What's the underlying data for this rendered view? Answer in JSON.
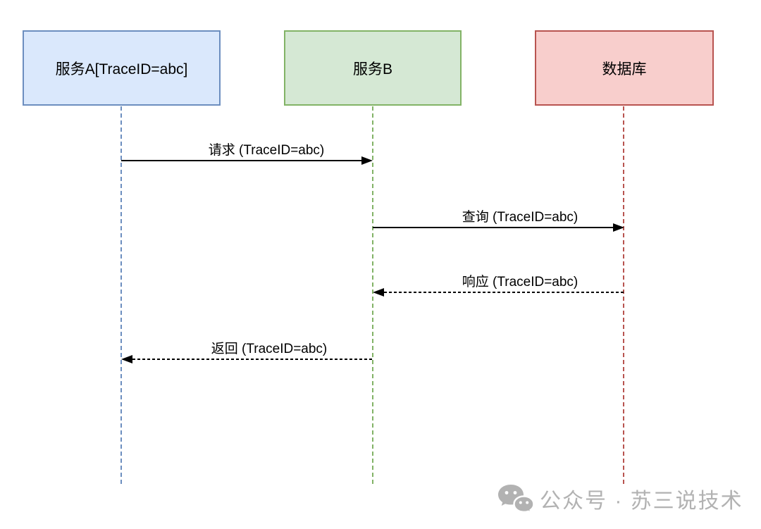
{
  "diagram": {
    "type": "sequence",
    "participants": [
      {
        "label": "服务A[TraceID=abc]",
        "fill": "#dae8fc",
        "border_color": "#6c8ebf",
        "lifeline_color": "#6c8ebf"
      },
      {
        "label": "服务B",
        "fill": "#d5e8d4",
        "border_color": "#82b366",
        "lifeline_color": "#82b366"
      },
      {
        "label": "数据库",
        "fill": "#f8cecc",
        "border_color": "#b85450",
        "lifeline_color": "#b85450"
      }
    ],
    "messages": [
      {
        "label": "请求 (TraceID=abc)",
        "from": "服务A[TraceID=abc]",
        "to": "服务B",
        "line_style": "solid",
        "direction": "right"
      },
      {
        "label": "查询 (TraceID=abc)",
        "from": "服务B",
        "to": "数据库",
        "line_style": "solid",
        "direction": "right"
      },
      {
        "label": "响应 (TraceID=abc)",
        "from": "数据库",
        "to": "服务B",
        "line_style": "dashed",
        "direction": "left"
      },
      {
        "label": "返回 (TraceID=abc)",
        "from": "服务B",
        "to": "服务A[TraceID=abc]",
        "line_style": "dashed",
        "direction": "left"
      }
    ],
    "arrow_color": "#000000",
    "background": "#ffffff"
  },
  "watermark": {
    "icon": "wechat-icon",
    "text": "公众号 · 苏三说技术",
    "color": "#b2b2b2"
  }
}
